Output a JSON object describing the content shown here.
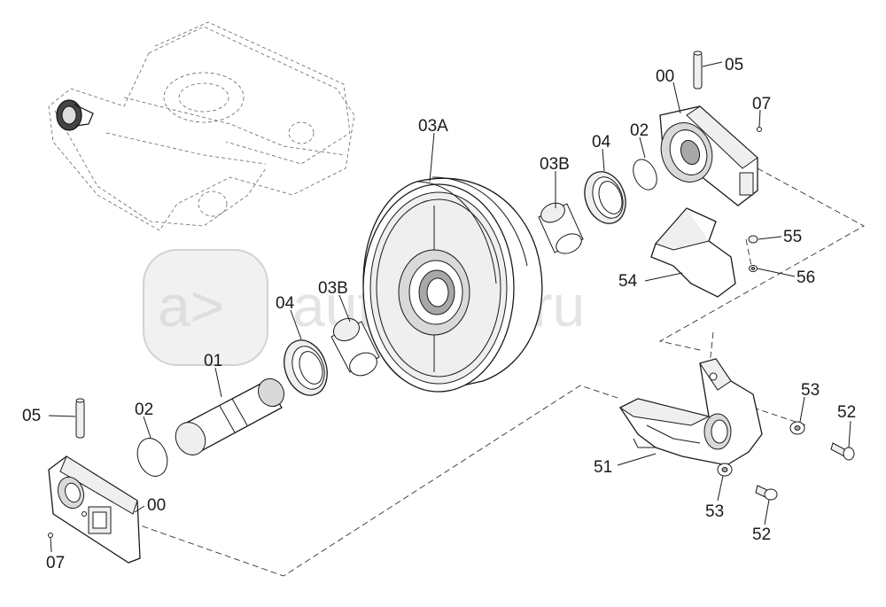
{
  "watermark": {
    "brand": "a>",
    "text": "autopiter.ru"
  },
  "labels": {
    "l_00_top": "00",
    "l_05_top": "05",
    "l_07_top": "07",
    "l_02_top": "02",
    "l_04_top": "04",
    "l_03B_top": "03B",
    "l_03A": "03A",
    "l_03B_mid": "03B",
    "l_04_mid": "04",
    "l_01": "01",
    "l_02_left": "02",
    "l_05_left": "05",
    "l_00_left": "00",
    "l_07_left": "07",
    "l_55": "55",
    "l_56": "56",
    "l_54": "54",
    "l_53_top": "53",
    "l_52_top": "52",
    "l_51": "51",
    "l_53_bottom": "53",
    "l_52_bottom": "52"
  }
}
